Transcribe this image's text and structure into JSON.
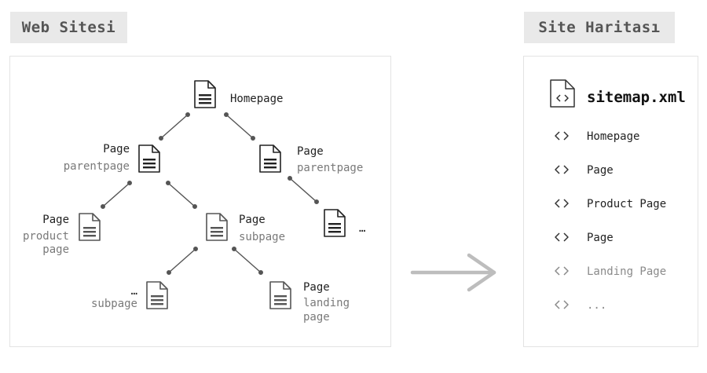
{
  "website": {
    "title": "Web Sitesi",
    "nodes": {
      "homepage": {
        "lines": [
          "Homepage"
        ]
      },
      "page_left": {
        "lines": [
          "Page",
          "parentpage"
        ]
      },
      "page_right": {
        "lines": [
          "Page",
          "parentpage"
        ]
      },
      "product_page": {
        "lines": [
          "Page",
          "product",
          "page"
        ]
      },
      "page_subpage": {
        "lines": [
          "Page",
          "subpage"
        ]
      },
      "ellipsis_right": {
        "lines": [
          "…"
        ]
      },
      "ellipsis_subpage": {
        "lines": [
          "…",
          "subpage"
        ]
      },
      "landing_page": {
        "lines": [
          "Page",
          "landing",
          "page"
        ]
      }
    }
  },
  "sitemap": {
    "title": "Site Haritası",
    "file_name": "sitemap.xml",
    "file_icon": "code-file-icon",
    "entry_icon": "code-brackets-icon",
    "entries": [
      "Homepage",
      "Page",
      "Product Page",
      "Page",
      "Landing Page",
      "..."
    ]
  },
  "colors": {
    "dark_icon": "#222222",
    "mid_icon": "#555555",
    "connector": "#555555",
    "arrow": "#bdbdbd",
    "title_bg": "#e9e9e9"
  }
}
